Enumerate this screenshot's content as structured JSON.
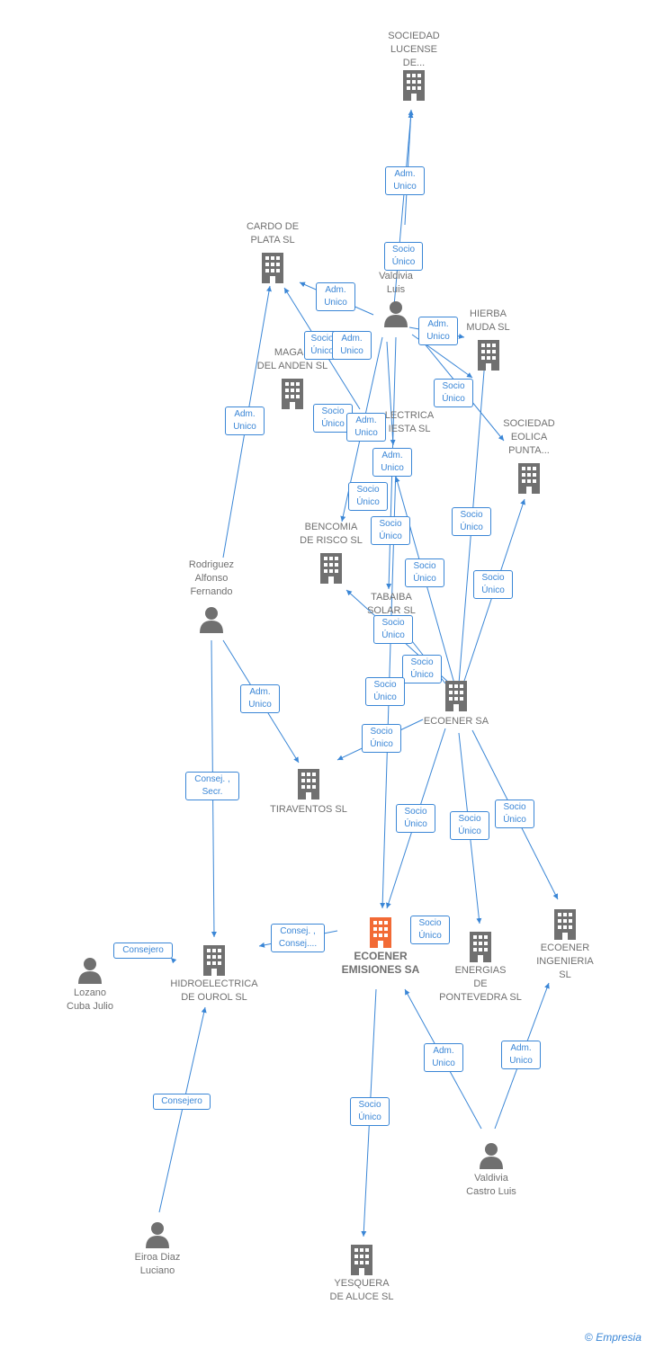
{
  "colors": {
    "edge": "#3a86d6",
    "building": "#707070",
    "main_building": "#f26a35",
    "person": "#707070"
  },
  "nodes": {
    "sociedad_lucense": {
      "label": "SOCIEDAD\nLUCENSE\nDE...",
      "icon": "building-icon"
    },
    "cardo_de_plata": {
      "label": "CARDO DE\nPLATA  SL",
      "icon": "building-icon"
    },
    "valdivia_luis_top": {
      "label": "C\nValdivia\nLuis",
      "icon": "person-icon"
    },
    "hierba_muda": {
      "label": "HIERBA\nMUDA  SL",
      "icon": "building-icon"
    },
    "magar_del_anden": {
      "label": "MAGAR\nDEL ANDEN  SL",
      "icon": "building-icon"
    },
    "electrica_iesta": {
      "label": "LECTRICA\nIESTA SL",
      "icon": "building-icon"
    },
    "sociedad_eolica": {
      "label": "SOCIEDAD\nEOLICA\nPUNTA...",
      "icon": "building-icon"
    },
    "bencomia": {
      "label": "BENCOMIA\nDE RISCO  SL",
      "icon": "building-icon"
    },
    "rodriguez": {
      "label": "Rodriguez\nAlfonso\nFernando",
      "icon": "person-icon"
    },
    "tabaiba": {
      "label": "TABAIBA\nSOLAR  SL",
      "icon": "building-icon"
    },
    "ecoener_sa": {
      "label": "ECOENER SA",
      "icon": "building-icon"
    },
    "tiraventos": {
      "label": "TIRAVENTOS SL",
      "icon": "building-icon"
    },
    "ecoener_emisiones": {
      "label": "ECOENER\nEMISIONES SA",
      "icon": "building-icon"
    },
    "energias_pontevedra": {
      "label": "ENERGIAS\nDE\nPONTEVEDRA SL",
      "icon": "building-icon"
    },
    "ecoener_ingenieria": {
      "label": "ECOENER\nINGENIERIA\nSL",
      "icon": "building-icon"
    },
    "hidroelectrica_ourol": {
      "label": "HIDROELECTRICA\nDE OUROL SL",
      "icon": "building-icon"
    },
    "lozano": {
      "label": "Lozano\nCuba Julio",
      "icon": "person-icon"
    },
    "valdivia_castro": {
      "label": "Valdivia\nCastro Luis",
      "icon": "person-icon"
    },
    "eiroa": {
      "label": "Eiroa Diaz\nLuciano",
      "icon": "person-icon"
    },
    "yesquera": {
      "label": "YESQUERA\nDE ALUCE  SL",
      "icon": "building-icon"
    }
  },
  "relations": [
    "Adm.\nUnico",
    "Socio\nÚnico",
    "Adm.\nUnico",
    "Socio\nÚnico",
    "Adm.\nUnico",
    "Adm.\nUnico",
    "Socio\nÚnico",
    "Adm.\nUnico",
    "Socio\nÚnico",
    "Adm.\nUnico",
    "Socio\nÚnico",
    "Adm.\nUnico",
    "Socio\nÚnico",
    "Socio\nÚnico",
    "Socio\nÚnico",
    "Socio\nÚnico",
    "Socio\nÚnico",
    "Socio\nÚnico",
    "Adm.\nUnico",
    "Socio\nÚnico",
    "Socio\nÚnico",
    "Consej. ,\nSecr.",
    "Socio\nÚnico",
    "Socio\nÚnico",
    "Socio\nÚnico",
    "Consej. ,\nConsej....",
    "Socio\nÚnico",
    "Consejero",
    "Adm.\nUnico",
    "Adm.\nUnico",
    "Consejero",
    "Socio\nÚnico"
  ],
  "footer": {
    "copyright": "©",
    "brand": "Empresia"
  }
}
